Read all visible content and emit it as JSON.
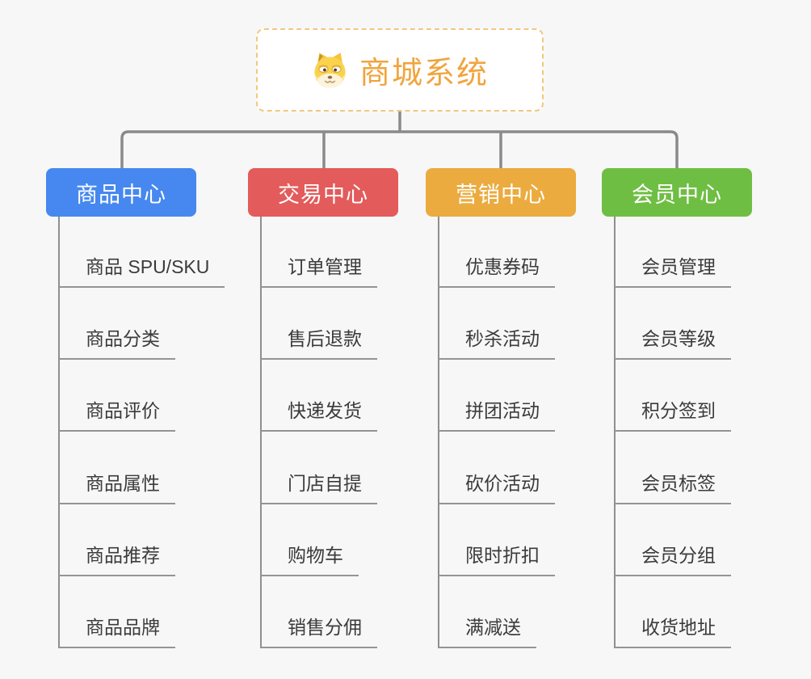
{
  "root": {
    "title": "商城系统",
    "icon": "doge-icon",
    "title_color": "#f0a43e",
    "border_color": "#f3c77f"
  },
  "canvas": {
    "background": "#f7f7f7",
    "connector_color": "#8a8a8a",
    "underline_color": "#949494",
    "text_color": "#3b3b3b"
  },
  "branches": [
    {
      "label": "商品中心",
      "color": "#4688ef",
      "items": [
        "商品 SPU/SKU",
        "商品分类",
        "商品评价",
        "商品属性",
        "商品推荐",
        "商品品牌"
      ]
    },
    {
      "label": "交易中心",
      "color": "#e35b5b",
      "items": [
        "订单管理",
        "售后退款",
        "快递发货",
        "门店自提",
        "购物车",
        "销售分佣"
      ]
    },
    {
      "label": "营销中心",
      "color": "#ebab3f",
      "items": [
        "优惠券码",
        "秒杀活动",
        "拼团活动",
        "砍价活动",
        "限时折扣",
        "满减送"
      ]
    },
    {
      "label": "会员中心",
      "color": "#6fbe44",
      "items": [
        "会员管理",
        "会员等级",
        "积分签到",
        "会员标签",
        "会员分组",
        "收货地址"
      ]
    }
  ]
}
